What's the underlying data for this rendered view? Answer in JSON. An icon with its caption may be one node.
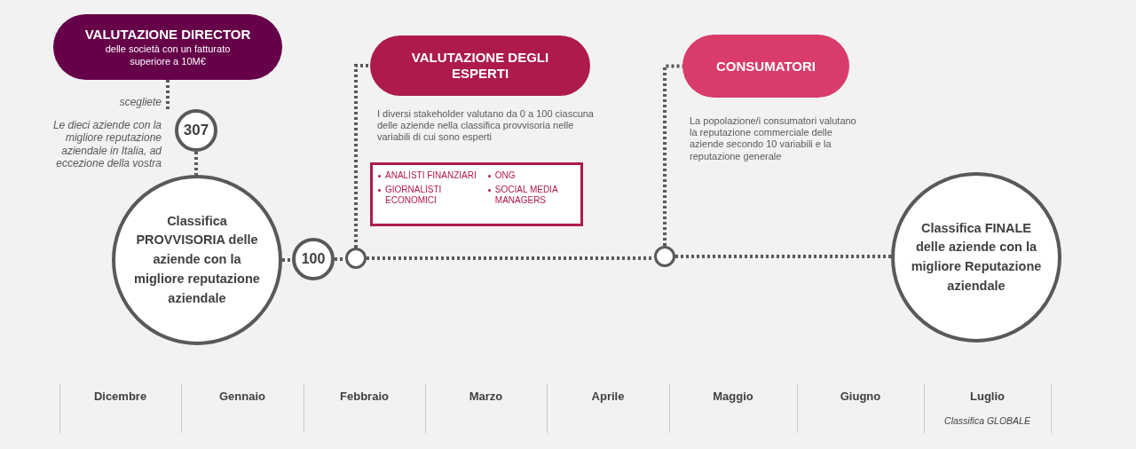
{
  "diagram": {
    "nodes": [
      {
        "text": [
          "VALUTAZIONE DIRECTOR",
          "delle società con un fatturato superiore a 10M€"
        ]
      },
      {
        "text": [
          "307"
        ],
        "beside": [
          "scegliete",
          "Le dieci aziende con la migliore reputazione aziendale in Italia, ad eccezione della vostra"
        ]
      },
      {
        "text": [
          "Classifica PROVVISORIA delle aziende con la migliore reputazione aziendale"
        ]
      },
      {
        "text": [
          "100"
        ]
      },
      {
        "text": [],
        "shape": "circle"
      },
      {
        "text": [
          "VALUTAZIONE DEGLI ESPERTI"
        ],
        "beside": [
          "I diversi stakeholder valutano da 0 a 100 ciascuna delle aziende nella classifica provvisoria nelle variabili di cui sono esperti"
        ]
      },
      {
        "text": [
          "ANALISTI FINANZIARI",
          "GIORNALISTI ECONOMICI",
          "ONG",
          "SOCIAL MEDIA MANAGERS"
        ]
      },
      {
        "text": [],
        "shape": "circle"
      },
      {
        "text": [
          "CONSUMATORI"
        ],
        "beside": [
          "La popolazione/i consumatori valutano la reputazione commerciale delle aziende secondo 10 variabili e la reputazione generale"
        ]
      },
      {
        "text": [
          "Classifica FINALE delle aziende con la migliore Reputazione aziendale"
        ]
      }
    ],
    "edges": [
      {
        "from": 0,
        "to": 1,
        "arrow": "none",
        "style": "dashed"
      },
      {
        "from": 1,
        "to": 2,
        "arrow": "none",
        "style": "dashed"
      },
      {
        "from": 2,
        "to": 3,
        "arrow": "none",
        "style": "dashed"
      },
      {
        "from": 3,
        "to": 4,
        "arrow": "none",
        "style": "dashed"
      },
      {
        "from": 4,
        "to": 5,
        "arrow": "none",
        "style": "dashed"
      },
      {
        "from": 4,
        "to": 7,
        "arrow": "none",
        "style": "dashed"
      },
      {
        "from": 7,
        "to": 8,
        "arrow": "none",
        "style": "dashed"
      },
      {
        "from": 7,
        "to": 9,
        "arrow": "none",
        "style": "dashed"
      }
    ],
    "labels": [
      "Dicembre",
      "Gennaio",
      "Febbraio",
      "Marzo",
      "Aprile",
      "Maggio",
      "Giugno",
      "Luglio",
      "Classifica GLOBALE"
    ]
  }
}
